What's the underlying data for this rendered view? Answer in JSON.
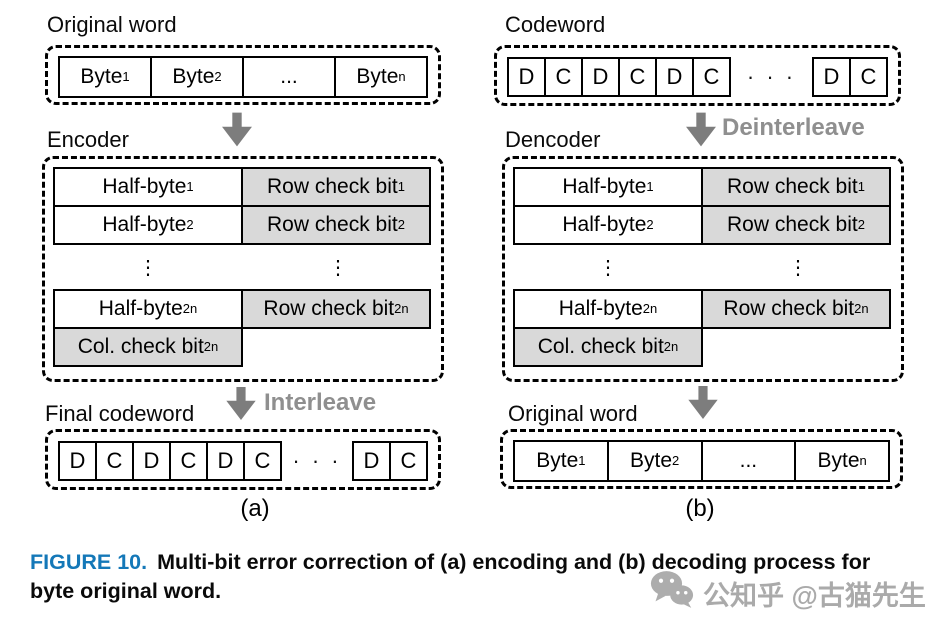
{
  "colors": {
    "cell_gray": "#d9d9d9",
    "arrow_gray": "#7d7d7d",
    "gray_label": "#8f8f8f",
    "caption_blue": "#1478b8"
  },
  "panel_a": {
    "top_label": "Original word",
    "bytes": [
      {
        "base": "Byte",
        "sub": "1"
      },
      {
        "base": "Byte",
        "sub": "2"
      },
      {
        "base": "...",
        "sub": ""
      },
      {
        "base": "Byte",
        "sub": "n"
      }
    ],
    "stage_label": "Encoder",
    "grid": {
      "row1": {
        "left_base": "Half-byte",
        "left_sub": "1",
        "right_base": "Row check bit",
        "right_sub": "1"
      },
      "row2": {
        "left_base": "Half-byte",
        "left_sub": "2",
        "right_base": "Row check bit",
        "right_sub": "2"
      },
      "dots": "⋮",
      "row2n": {
        "left_base": "Half-byte",
        "left_sub": "2n",
        "right_base": "Row check bit",
        "right_sub": "2n"
      },
      "col_check_base": "Col. check bit",
      "col_check_sub": "2n"
    },
    "arrow_label": "Interleave",
    "bottom_label": "Final codeword",
    "codeword": {
      "cells": [
        "D",
        "C",
        "D",
        "C",
        "D",
        "C"
      ],
      "gap": "· · ·",
      "tail": [
        "D",
        "C"
      ]
    },
    "tag": "(a)"
  },
  "panel_b": {
    "top_label": "Codeword",
    "codeword": {
      "cells": [
        "D",
        "C",
        "D",
        "C",
        "D",
        "C"
      ],
      "gap": "· · ·",
      "tail": [
        "D",
        "C"
      ]
    },
    "arrow_label": "Deinterleave",
    "stage_label": "Dencoder",
    "grid": {
      "row1": {
        "left_base": "Half-byte",
        "left_sub": "1",
        "right_base": "Row check bit",
        "right_sub": "1"
      },
      "row2": {
        "left_base": "Half-byte",
        "left_sub": "2",
        "right_base": "Row check bit",
        "right_sub": "2"
      },
      "dots": "⋮",
      "row2n": {
        "left_base": "Half-byte",
        "left_sub": "2n",
        "right_base": "Row check bit",
        "right_sub": "2n"
      },
      "col_check_base": "Col. check bit",
      "col_check_sub": "2n"
    },
    "bottom_label": "Original word",
    "bytes": [
      {
        "base": "Byte",
        "sub": "1"
      },
      {
        "base": "Byte",
        "sub": "2"
      },
      {
        "base": "...",
        "sub": ""
      },
      {
        "base": "Byte",
        "sub": "n"
      }
    ],
    "tag": "(b)"
  },
  "caption": {
    "label": "FIGURE 10.",
    "text": "Multi-bit error correction of (a) encoding and (b) decoding process for byte original word."
  },
  "watermark": {
    "icon": "wechat-icon",
    "text": "公知乎 @古猫先生"
  }
}
